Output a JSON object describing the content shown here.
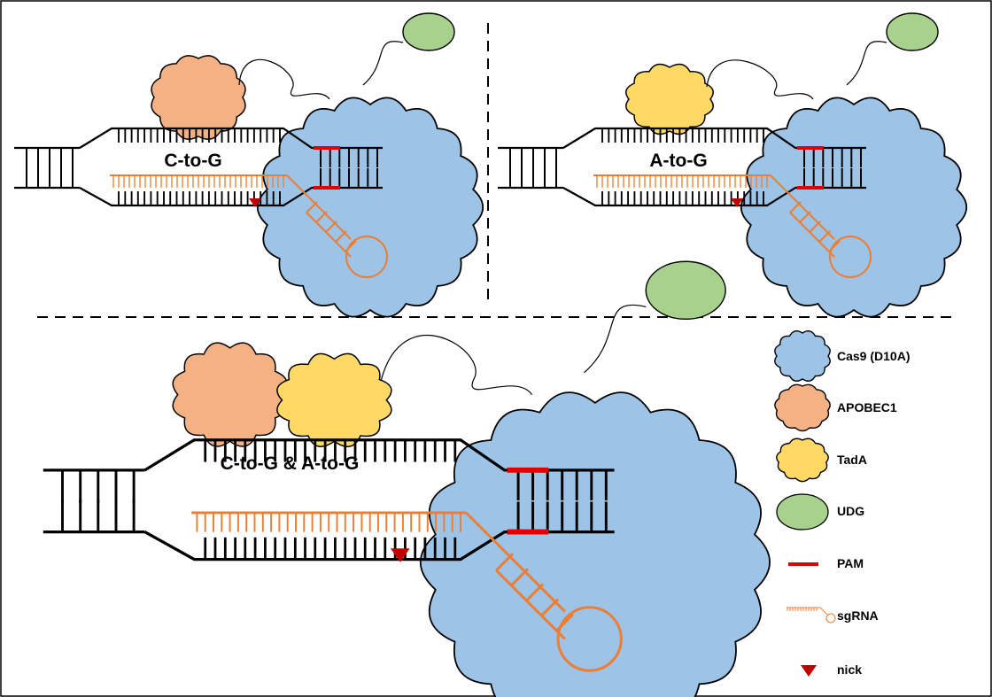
{
  "colors": {
    "cas9": "#9dc3e6",
    "apobec1": "#f4b183",
    "tada": "#ffd966",
    "udg": "#a9d18e",
    "pam": "#e00000",
    "sgrna": "#ed7d31",
    "nick": "#c00000",
    "dna": "#000000"
  },
  "panels": {
    "top_left": {
      "label": "C-to-G"
    },
    "top_right": {
      "label": "A-to-G"
    },
    "bottom": {
      "label": "C-to-G & A-to-G"
    }
  },
  "legend": {
    "items": [
      {
        "key": "cas9",
        "label": "Cas9 (D10A)",
        "icon": "cloud-icon"
      },
      {
        "key": "apobec1",
        "label": "APOBEC1",
        "icon": "cloud-icon"
      },
      {
        "key": "tada",
        "label": "TadA",
        "icon": "cloud-icon"
      },
      {
        "key": "udg",
        "label": "UDG",
        "icon": "ellipse-icon"
      },
      {
        "key": "pam",
        "label": "PAM",
        "icon": "bar-icon"
      },
      {
        "key": "sgrna",
        "label": "sgRNA",
        "icon": "sgrna-icon"
      },
      {
        "key": "nick",
        "label": "nick",
        "icon": "triangle-icon"
      }
    ]
  }
}
